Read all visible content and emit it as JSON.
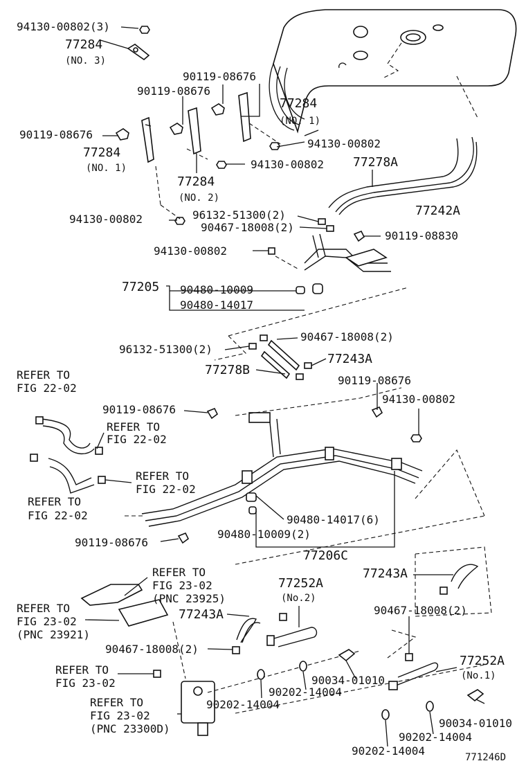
{
  "diagram": {
    "code": "771246D",
    "labels": {
      "a01": "94130-00802(3)",
      "a02": "77284",
      "a03": "(NO. 3)",
      "a04": "90119-08676",
      "a05": "90119-08676",
      "a06": "77284",
      "a07": "(NO. 1)",
      "a08": "90119-08676",
      "a09": "77284",
      "a10": "(NO. 1)",
      "a11": "94130-00802",
      "a12": "94130-00802",
      "a13": "77284",
      "a14": "(NO. 2)",
      "a15": "77278A",
      "a16": "94130-00802",
      "a17": "96132-51300(2)",
      "a18": "90467-18008(2)",
      "a19": "77242A",
      "a20": "90119-08830",
      "a21": "94130-00802",
      "a22": "77205",
      "a23": "90480-10009",
      "a24": "90480-14017",
      "a25": "90467-18008(2)",
      "a26": "96132-51300(2)",
      "a27": "77243A",
      "a28": "77278B",
      "a29": "REFER TO",
      "a30": "FIG 22-02",
      "a31": "90119-08676",
      "a32": "94130-00802",
      "a33": "90119-08676",
      "a34": "REFER TO",
      "a35": "FIG 22-02",
      "a36": "REFER TO",
      "a37": "FIG 22-02",
      "a38": "REFER TO",
      "a39": "FIG 22-02",
      "a40": "90480-14017(6)",
      "a41": "90480-10009(2)",
      "a42": "90119-08676",
      "a43": "77206C",
      "a44": "REFER TO",
      "a45": "FIG 23-02",
      "a46": "(PNC 23925)",
      "a47": "77252A",
      "a48": "(No.2)",
      "a49": "77243A",
      "a50": "REFER TO",
      "a51": "FIG 23-02",
      "a52": "(PNC 23921)",
      "a53": "77243A",
      "a54": "90467-18008(2)",
      "a55": "90467-18008(2)",
      "a56": "REFER TO",
      "a57": "FIG 23-02",
      "a58": "90034-01010",
      "a59": "77252A",
      "a60": "(No.1)",
      "a61": "90202-14004",
      "a62": "90202-14004",
      "a63": "REFER TO",
      "a64": "FIG 23-02",
      "a65": "(PNC 23300D)",
      "a66": "90034-01010",
      "a67": "90202-14004",
      "a68": "90202-14004"
    }
  }
}
